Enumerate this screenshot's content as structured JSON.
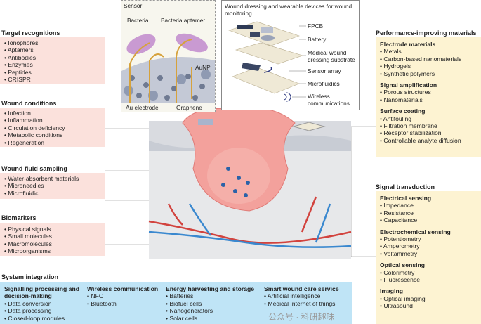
{
  "left": [
    {
      "title": "Target recognitions",
      "items": [
        "Ionophores",
        "Aptamers",
        "Antibodies",
        "Enzymes",
        "Peptides",
        "CRISPR"
      ]
    },
    {
      "title": "Wound conditions",
      "items": [
        "Infection",
        "Inflammation",
        "Circulation deficiency",
        "Metabolic conditions",
        "Regeneration"
      ]
    },
    {
      "title": "Wound fluid sampling",
      "items": [
        "Water-absorbent materials",
        "Microneedles",
        "Microfluidic"
      ]
    },
    {
      "title": "Biomarkers",
      "items": [
        "Physical signals",
        "Small molecules",
        "Macromolecules",
        "Microorganisms"
      ]
    }
  ],
  "performance": {
    "title": "Performance-improving materials",
    "groups": [
      {
        "title": "Electrode materials",
        "items": [
          "Metals",
          "Carbon-based nanomaterials",
          "Hydrogels",
          "Synthetic polymers"
        ]
      },
      {
        "title": "Signal amplification",
        "items": [
          "Porous structures",
          "Nanomaterials"
        ]
      },
      {
        "title": "Surface coating",
        "items": [
          "Antifouling",
          "Filtration membrane",
          "Receptor stabilization",
          "Controllable analyte diffusion"
        ]
      }
    ]
  },
  "transduction": {
    "title": "Signal transduction",
    "groups": [
      {
        "title": "Electrical sensing",
        "items": [
          "Impedance",
          "Resistance",
          "Capacitance"
        ]
      },
      {
        "title": "Electrochemical sensing",
        "items": [
          "Potentiometry",
          "Amperometry",
          "Voltammetry"
        ]
      },
      {
        "title": "Optical sensing",
        "items": [
          "Colorimetry",
          "Fluorescence"
        ]
      },
      {
        "title": "Imaging",
        "items": [
          "Optical imaging",
          "Ultrasound"
        ]
      }
    ]
  },
  "system": {
    "title": "System integration",
    "groups": [
      {
        "title": "Signalling processing and decision-making",
        "items": [
          "Data conversion",
          "Data processing",
          "Closed-loop modules"
        ]
      },
      {
        "title": "Wireless communication",
        "items": [
          "NFC",
          "Bluetooth"
        ]
      },
      {
        "title": "Energy harvesting and storage",
        "items": [
          "Batteries",
          "Biofuel cells",
          "Nanogenerators",
          "Solar cells"
        ]
      },
      {
        "title": "Smart wound care service",
        "items": [
          "Artificial intelligence",
          "Medical Internet of things"
        ]
      }
    ]
  },
  "sensor": {
    "title": "Sensor",
    "bacteria": "Bacteria",
    "aptamer": "Bacteria aptamer",
    "aunp": "AuNP",
    "electrode": "Au electrode",
    "graphene": "Graphene"
  },
  "device": {
    "title": "Wound dressing and wearable devices for wound monitoring",
    "layers": [
      "FPCB",
      "Battery",
      "Medical wound dressing substrate",
      "Sensor array",
      "Microfluidics",
      "Wireless communications"
    ]
  },
  "watermark": "公众号 · 科研趣味",
  "colors": {
    "pink": "#fbe1dc",
    "yellow": "#fdf3d2",
    "blue": "#bfe4f6",
    "wound": "#f3a19c"
  }
}
